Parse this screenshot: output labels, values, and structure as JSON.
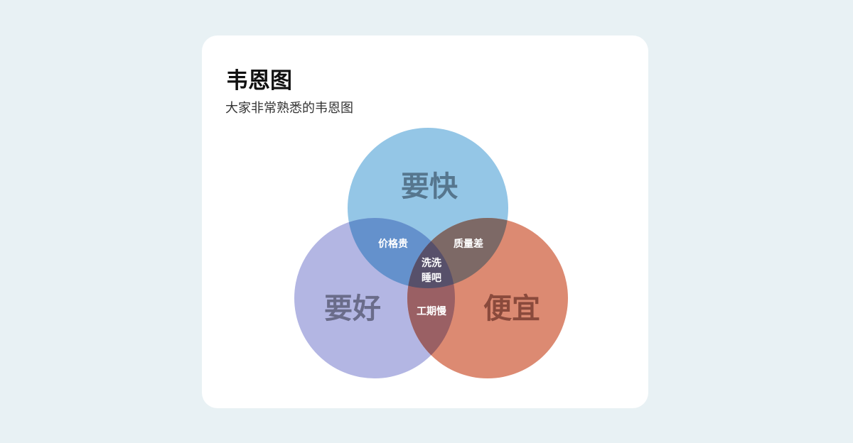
{
  "card": {
    "title": "韦恩图",
    "subtitle": "大家非常熟悉的韦恩图"
  },
  "venn": {
    "sets": [
      {
        "label": "要快",
        "color": "#94c6e6",
        "text_color": "#56768e"
      },
      {
        "label": "要好",
        "color": "#b3b6e3",
        "text_color": "#6a6c8a"
      },
      {
        "label": "便宜",
        "color": "#dc8a72",
        "text_color": "#8a4a3c"
      }
    ],
    "intersections": {
      "fast_good": "价格贵",
      "fast_cheap": "质量差",
      "good_cheap": "工期慢",
      "all_line1": "洗洗",
      "all_line2": "睡吧"
    },
    "intersection_colors": {
      "fast_good": "#6491cc",
      "fast_cheap": "#7d6966",
      "good_cheap": "#9a6064",
      "all": "#57506a"
    }
  }
}
